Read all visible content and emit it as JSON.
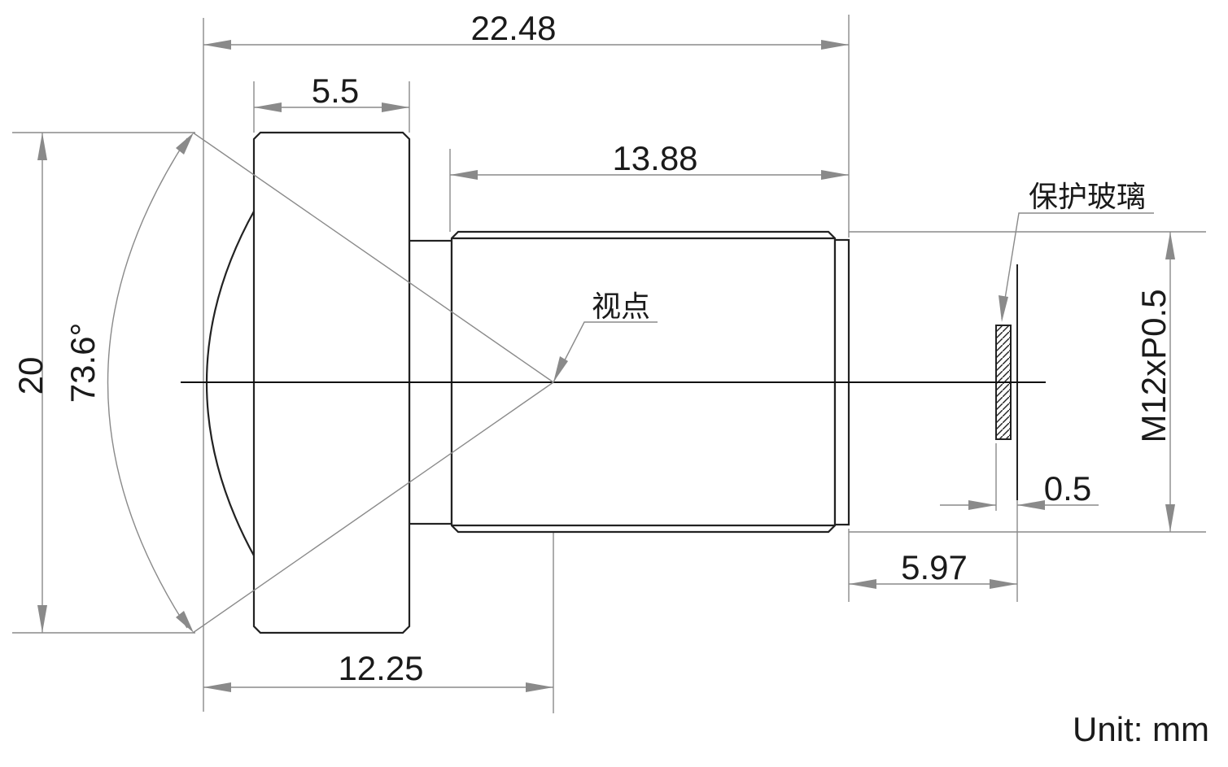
{
  "dimensions": {
    "overall_length": "22.48",
    "front_flange_length": "5.5",
    "barrel_length": "13.88",
    "diameter": "20",
    "field_of_view": "73.6°",
    "viewpoint_distance": "12.25",
    "back_focal_distance": "5.97",
    "glass_thickness": "0.5",
    "thread_spec": "M12xP0.5"
  },
  "labels": {
    "viewpoint": "视点",
    "protective_glass": "保护玻璃"
  },
  "unit_note": "Unit: mm"
}
